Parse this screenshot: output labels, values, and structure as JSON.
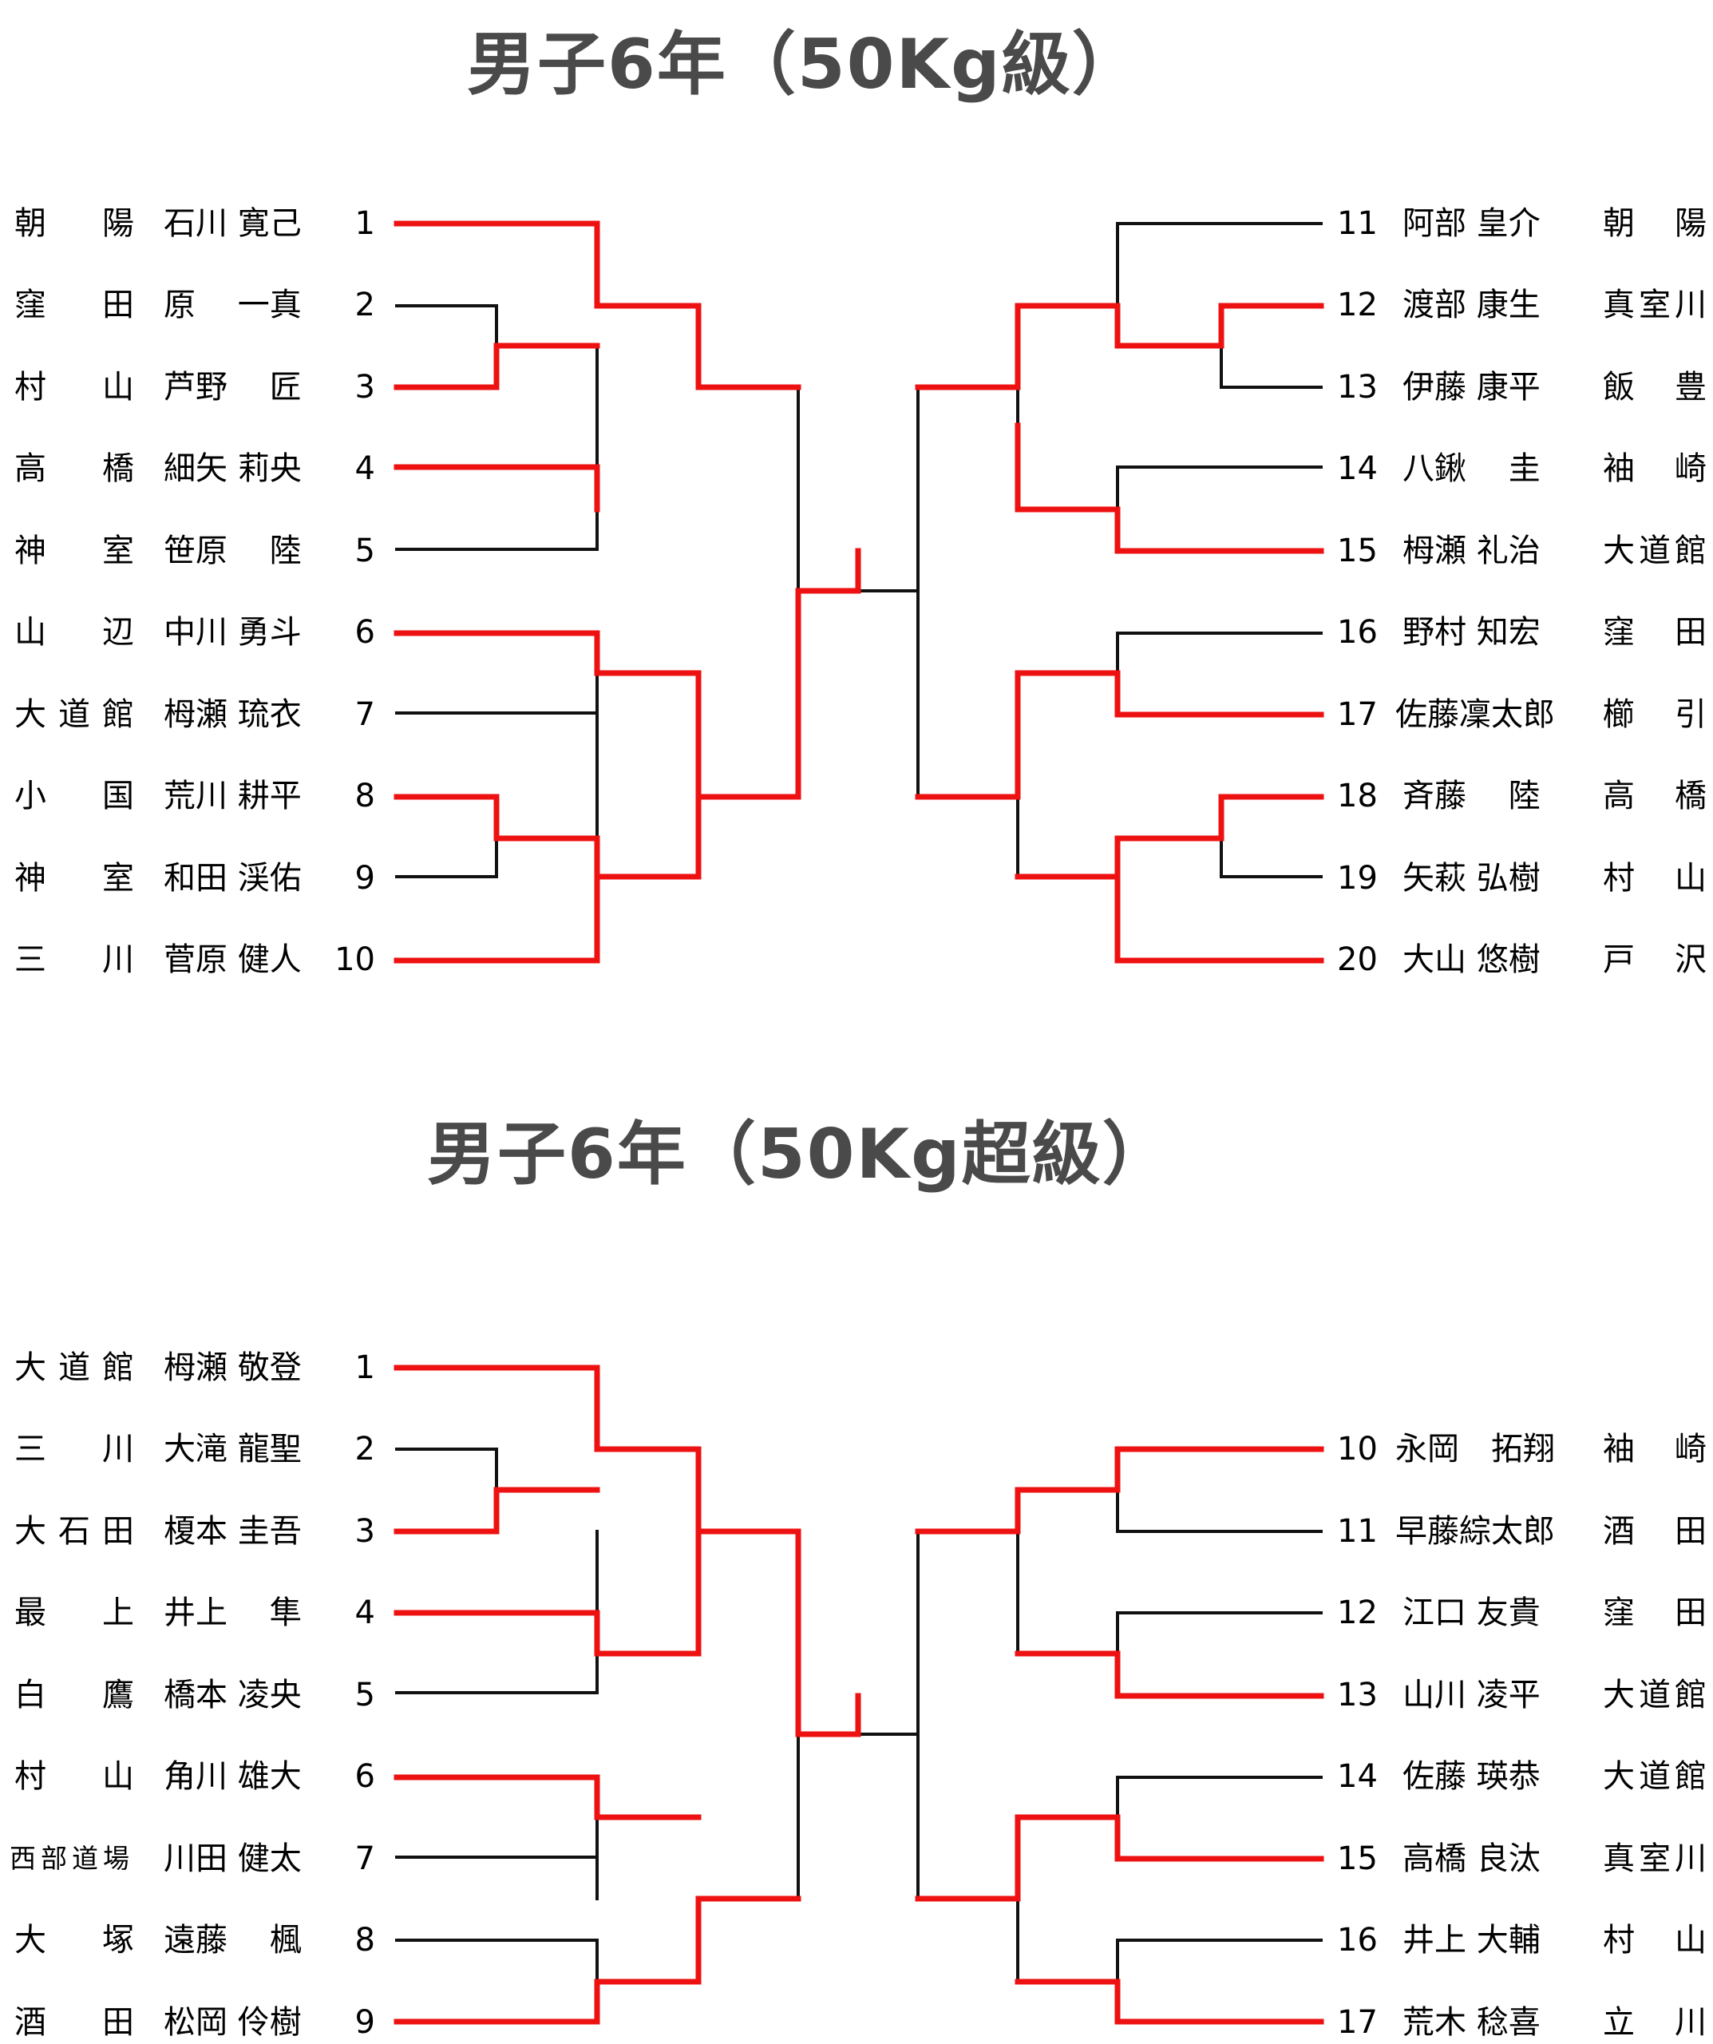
{
  "brackets": [
    {
      "title": "男子6年（50Kg級）",
      "left": [
        {
          "club": "朝　陽",
          "name": "石川 寛己",
          "num": "1"
        },
        {
          "club": "窪　田",
          "name": "原　 一真",
          "num": "2"
        },
        {
          "club": "村　山",
          "name": "芦野　 匠",
          "num": "3"
        },
        {
          "club": "高　橋",
          "name": "細矢 莉央",
          "num": "4"
        },
        {
          "club": "神　室",
          "name": "笹原　 陸",
          "num": "5"
        },
        {
          "club": "山　辺",
          "name": "中川 勇斗",
          "num": "6"
        },
        {
          "club": "大道館",
          "name": "栂瀬 琉衣",
          "num": "7"
        },
        {
          "club": "小　国",
          "name": "荒川 耕平",
          "num": "8"
        },
        {
          "club": "神　室",
          "name": "和田 渓佑",
          "num": "9"
        },
        {
          "club": "三　川",
          "name": "菅原 健人",
          "num": "10"
        }
      ],
      "right": [
        {
          "num": "11",
          "name": "阿部 皇介",
          "club": "朝　陽"
        },
        {
          "num": "12",
          "name": "渡部 康生",
          "club": "真室川"
        },
        {
          "num": "13",
          "name": "伊藤 康平",
          "club": "飯　豊"
        },
        {
          "num": "14",
          "name": "八鍬　 圭",
          "club": "袖　崎"
        },
        {
          "num": "15",
          "name": "栂瀬 礼治",
          "club": "大道館"
        },
        {
          "num": "16",
          "name": "野村 知宏",
          "club": "窪　田"
        },
        {
          "num": "17",
          "name": "佐藤凜太郎",
          "club": "櫛　引"
        },
        {
          "num": "18",
          "name": "斉藤　 陸",
          "club": "高　橋"
        },
        {
          "num": "19",
          "name": "矢萩 弘樹",
          "club": "村　山"
        },
        {
          "num": "20",
          "name": "大山 悠樹",
          "club": "戸　沢"
        }
      ]
    },
    {
      "title": "男子6年（50Kg超級）",
      "left": [
        {
          "club": "大道館",
          "name": "栂瀬 敬登",
          "num": "1"
        },
        {
          "club": "三　川",
          "name": "大滝 龍聖",
          "num": "2"
        },
        {
          "club": "大石田",
          "name": "榎本 圭吾",
          "num": "3"
        },
        {
          "club": "最　上",
          "name": "井上　 隼",
          "num": "4"
        },
        {
          "club": "白　鷹",
          "name": "橋本 凌央",
          "num": "5"
        },
        {
          "club": "村　山",
          "name": "角川 雄大",
          "num": "6"
        },
        {
          "club": "西部道場",
          "name": "川田 健太",
          "num": "7"
        },
        {
          "club": "大　塚",
          "name": "遠藤　 楓",
          "num": "8"
        },
        {
          "club": "酒　田",
          "name": "松岡 伶樹",
          "num": "9"
        }
      ],
      "right": [
        {
          "num": "10",
          "name": "永岡　拓翔",
          "club": "袖　崎"
        },
        {
          "num": "11",
          "name": "早藤綜太郎",
          "club": "酒　田"
        },
        {
          "num": "12",
          "name": "江口 友貴",
          "club": "窪　田"
        },
        {
          "num": "13",
          "name": "山川 凌平",
          "club": "大道館"
        },
        {
          "num": "14",
          "name": "佐藤 瑛恭",
          "club": "大道館"
        },
        {
          "num": "15",
          "name": "高橋 良汰",
          "club": "真室川"
        },
        {
          "num": "16",
          "name": "井上 大輔",
          "club": "村　山"
        },
        {
          "num": "17",
          "name": "荒木 稔喜",
          "club": "立　川"
        }
      ]
    }
  ],
  "colors": {
    "winner": "#ee1111",
    "line": "#111111",
    "title": "#4a4a4a"
  }
}
